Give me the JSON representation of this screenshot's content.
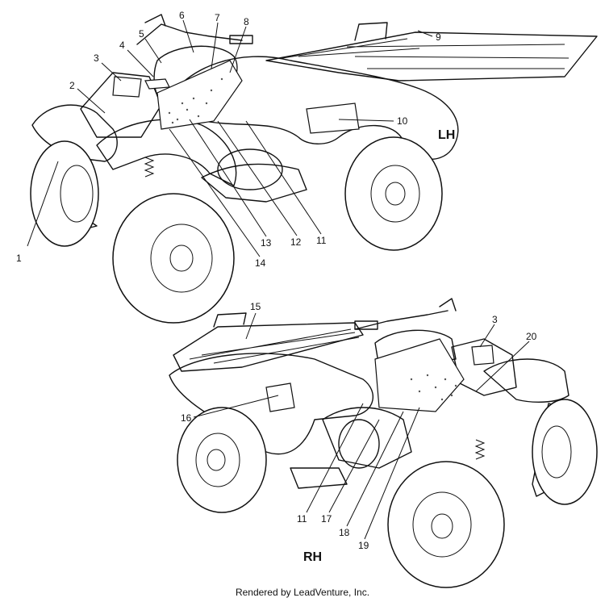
{
  "labels_lh": [
    "1",
    "2",
    "3",
    "4",
    "5",
    "6",
    "7",
    "8",
    "9",
    "10",
    "11",
    "12",
    "13",
    "14"
  ],
  "labels_rh": [
    "15",
    "3",
    "20",
    "16",
    "11",
    "17",
    "18",
    "19"
  ],
  "side_lh": "LH",
  "side_rh": "RH",
  "footer": "Rendered by LeadVenture, Inc."
}
